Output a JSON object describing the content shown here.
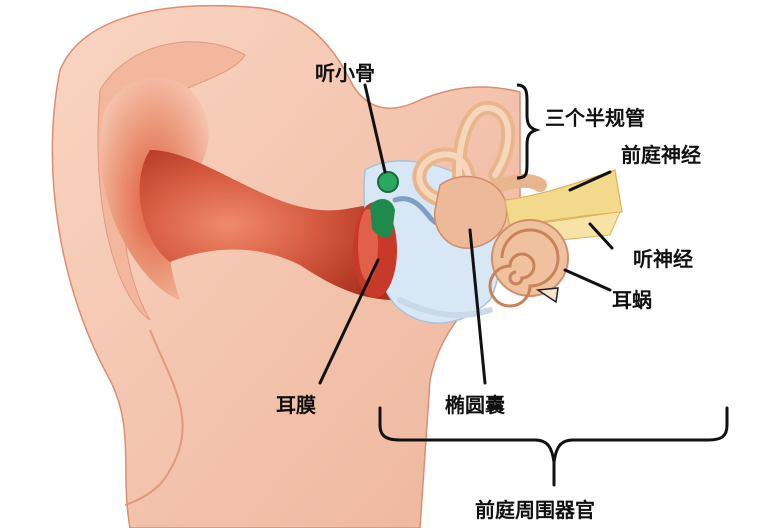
{
  "labels": {
    "ossicles": "听小骨",
    "semicircular_canals": "三个半规管",
    "vestibular_nerve": "前庭神经",
    "auditory_nerve": "听神经",
    "cochlea": "耳蜗",
    "eardrum": "耳膜",
    "utricle": "椭圆囊",
    "vestibular_organ": "前庭周围器官"
  },
  "colors": {
    "skin": "#f6c9b4",
    "skin_dark": "#e9a58b",
    "canal_red": "#c8452f",
    "inner_bone": "#f1c9a6",
    "fluid_blue": "#cfe3f4",
    "eardrum_green": "#1f8a4c",
    "nerve_yellow": "#f3d98b"
  }
}
